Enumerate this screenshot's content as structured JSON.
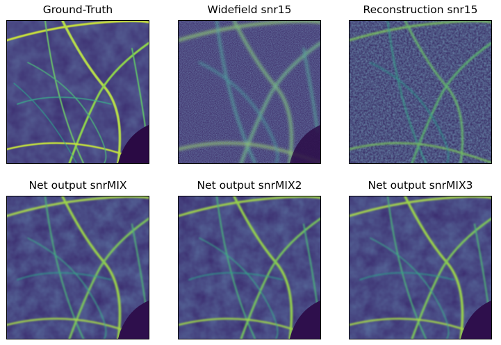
{
  "figure": {
    "panels": [
      {
        "id": "gt",
        "title": "Ground-Truth",
        "noise": "none",
        "blur": "none"
      },
      {
        "id": "wf",
        "title": "Widefield snr15",
        "noise": "high",
        "blur": "strong"
      },
      {
        "id": "rec",
        "title": "Reconstruction snr15",
        "noise": "speckle",
        "blur": "mild"
      },
      {
        "id": "mix1",
        "title": "Net output snrMIX",
        "noise": "low",
        "blur": "mild"
      },
      {
        "id": "mix2",
        "title": "Net output snrMIX2",
        "noise": "low",
        "blur": "mild"
      },
      {
        "id": "mix3",
        "title": "Net output snrMIX3",
        "noise": "low",
        "blur": "mild"
      }
    ],
    "colormap": {
      "low": "#440154",
      "mid_low": "#3b528b",
      "mid": "#21918c",
      "mid_high": "#5ec962",
      "high": "#fde725"
    }
  }
}
